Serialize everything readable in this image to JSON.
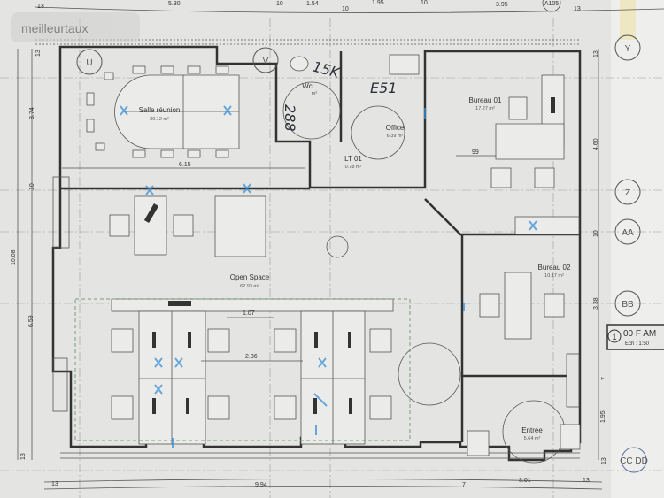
{
  "watermark": "meilleurtaux",
  "rooms": {
    "salle_reunion": {
      "name": "Salle réunion",
      "area": "20.12 m²"
    },
    "wc": {
      "name": "Wc",
      "area": "m²"
    },
    "office": {
      "name": "Office",
      "area": "6.39 m²"
    },
    "lt01": {
      "name": "LT 01",
      "area": "0.78 m²"
    },
    "bureau01": {
      "name": "Bureau 01",
      "area": "17.27 m²"
    },
    "open_space": {
      "name": "Open Space",
      "area": "62.93 m²"
    },
    "bureau02": {
      "name": "Bureau 02",
      "area": "10.17 m²"
    },
    "entree": {
      "name": "Entrée",
      "area": "5.64 m²"
    }
  },
  "dimensions": {
    "top": [
      "13",
      "5.30",
      "10",
      "1.54",
      "10",
      "1.95",
      "10",
      "3.95",
      "13"
    ],
    "top_marker": "A105",
    "left": [
      "13",
      "3.74",
      "10",
      "10.08",
      "6.59",
      "13"
    ],
    "right": [
      "13",
      "4.60",
      "10",
      "3.38",
      "7",
      "1.95",
      "13"
    ],
    "bottom": [
      "13",
      "9.94",
      "7",
      "3.01",
      "13"
    ],
    "inner": [
      "6.15",
      "99",
      "1.07",
      "2.36"
    ]
  },
  "grid_axes": [
    "U",
    "V",
    "Y",
    "Z",
    "AA",
    "BB",
    "CC DD"
  ],
  "title_block": {
    "number": "1",
    "title": "00 F AM",
    "scale": "Ech : 1:50"
  },
  "handwritten": [
    "15K",
    "E51",
    "288"
  ],
  "colors": {
    "paper": "#e4e5e2",
    "ink": "#333333",
    "marker_blue": "#3b8fd6"
  }
}
